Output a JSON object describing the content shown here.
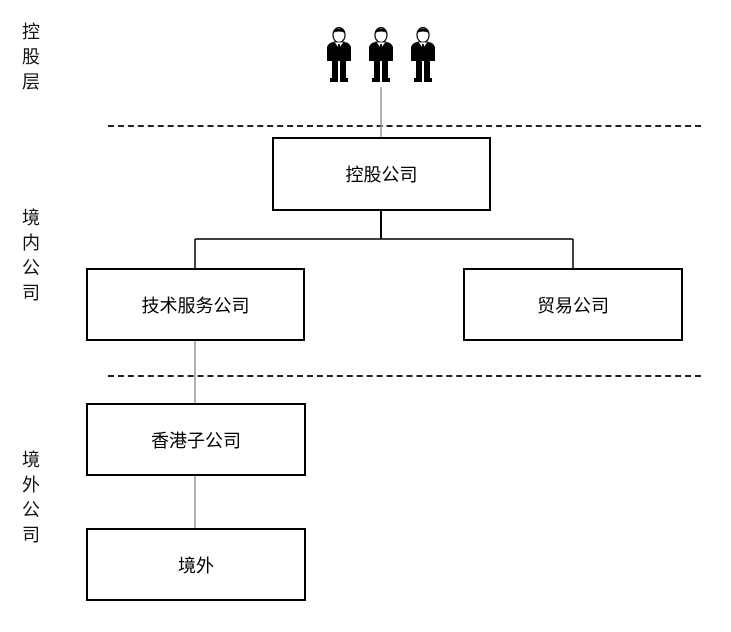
{
  "tiers": {
    "holding": "控股层",
    "domestic": "境内公司",
    "overseas": "境外公司"
  },
  "nodes": {
    "holding_company": "控股公司",
    "tech_services": "技术服务公司",
    "trading": "贸易公司",
    "hk_subsidiary": "香港子公司",
    "overseas": "境外"
  },
  "icons": [
    "person-icon",
    "person-icon",
    "person-icon"
  ]
}
